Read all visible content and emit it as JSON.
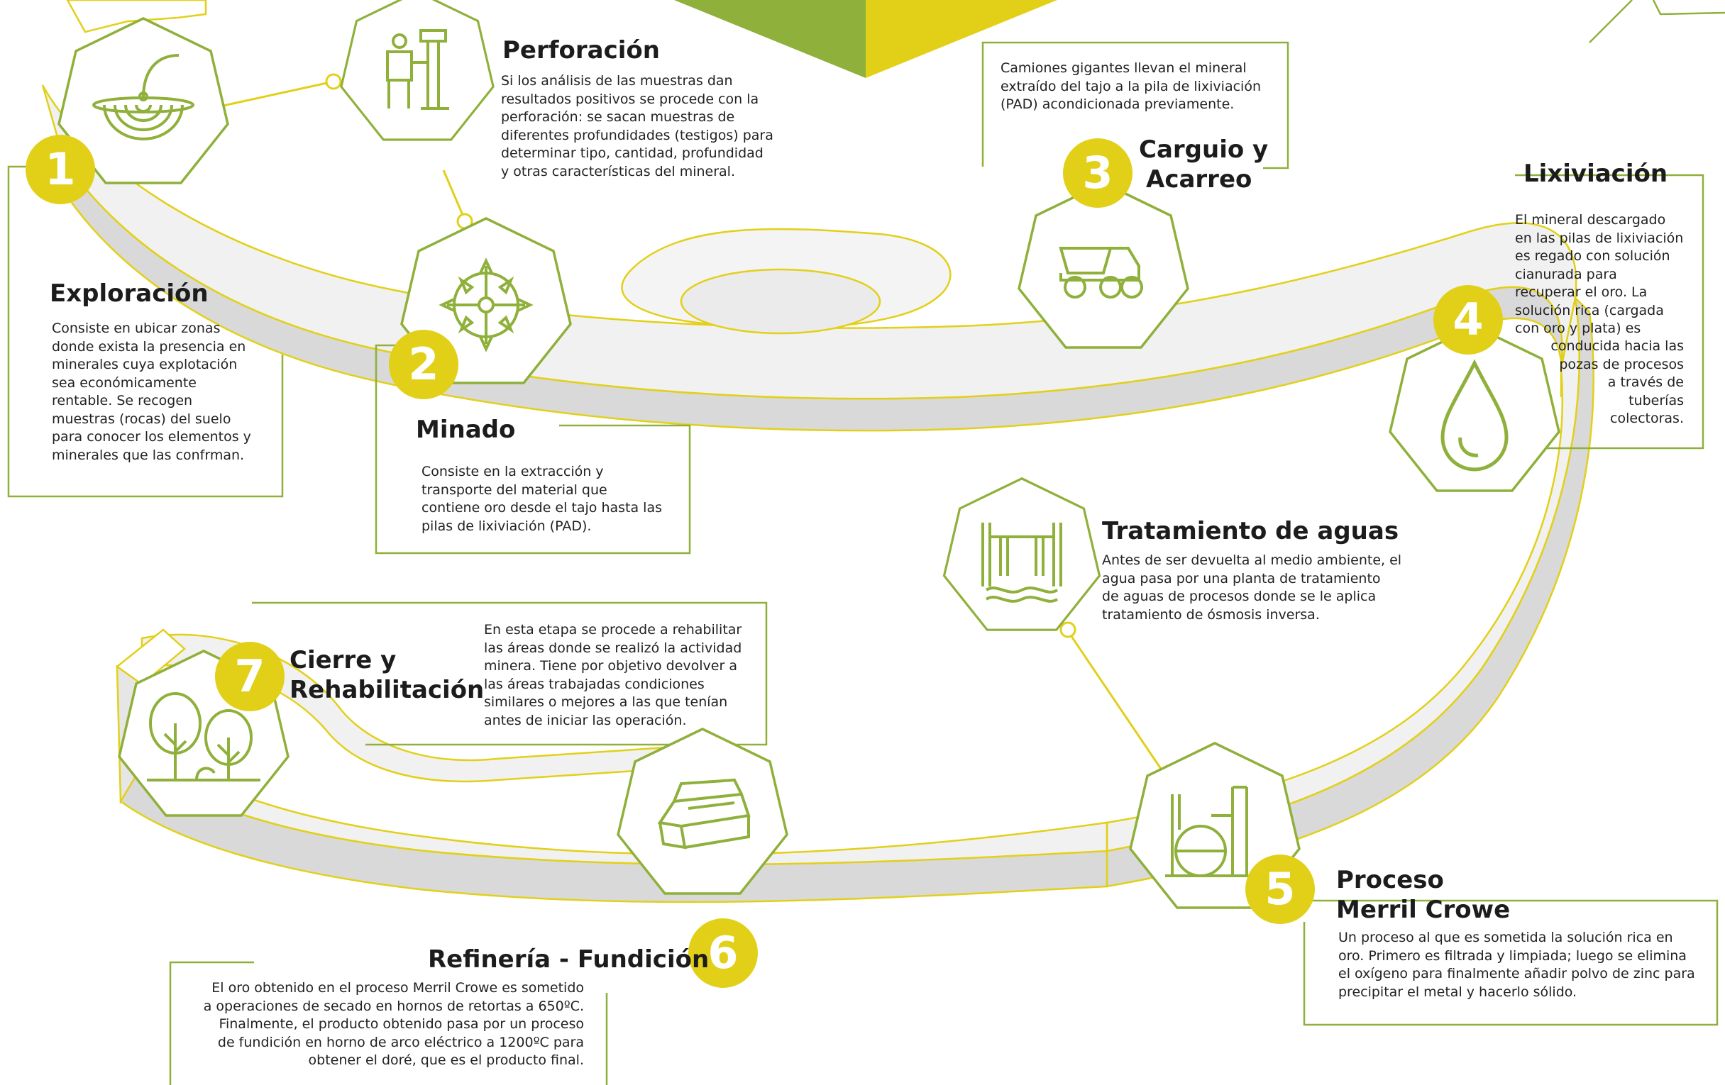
{
  "colors": {
    "green": "#8fb03a",
    "yellow": "#e2d018",
    "road_fill": "#f1f1f1",
    "road_side": "#d9d9d9",
    "box_line": "#8fb03a"
  },
  "stages": [
    {
      "number": "1",
      "title": [
        "Exploración"
      ],
      "icon": "mining-pan-icon",
      "text": [
        "Consiste en ubicar zonas",
        "donde exista la presencia en",
        "minerales cuya explotación",
        "sea económicamente",
        "rentable. Se recogen",
        "muestras (rocas) del suelo",
        "para conocer los elementos y",
        "minerales que las confrman."
      ]
    },
    {
      "number": "2",
      "title": [
        "Minado"
      ],
      "icon": "compass-arrows-icon",
      "text": [
        "Consiste en la extracción y",
        "transporte del material que",
        "contiene oro desde el tajo hasta las",
        "pilas de lixiviación (PAD)."
      ]
    },
    {
      "number": "3",
      "title": [
        "Carguio y",
        "Acarreo"
      ],
      "icon": "dump-truck-icon",
      "text": [
        "Camiones gigantes llevan el mineral",
        "extraído del tajo a la pila de lixiviación",
        "(PAD) acondicionada previamente."
      ]
    },
    {
      "number": "4",
      "title": [
        "Lixiviación"
      ],
      "icon": "drop-icon",
      "text": [
        "El mineral descargado",
        "en las pilas de lixiviación",
        "es regado con solución",
        "cianurada para",
        "recuperar el oro. La",
        "solución rica (cargada",
        "con oro y plata) es",
        "conducida hacia las",
        "pozas de procesos",
        "a través de",
        "tuberías",
        "colectoras."
      ]
    },
    {
      "number": "5",
      "title": [
        "Proceso",
        "Merril Crowe"
      ],
      "icon": "plant-icon",
      "text": [
        "Un proceso al que es sometida la solución rica en",
        "oro. Primero es filtrada y limpiada; luego se elimina",
        "el oxígeno para finalmente añadir polvo de zinc para",
        "precipitar el metal y hacerlo sólido."
      ]
    },
    {
      "number": "6",
      "title": [
        "Refinería - Fundición"
      ],
      "icon": "gold-bars-icon",
      "text": [
        "El oro obtenido en el proceso Merril Crowe es sometido",
        "a operaciones de secado en hornos de retortas a 650ºC.",
        "Finalmente, el producto obtenido pasa por un proceso",
        "de fundición en horno de arco eléctrico a 1200ºC para",
        "obtener el doré, que es el producto final."
      ]
    },
    {
      "number": "7",
      "title": [
        "Cierre y",
        "Rehabilitación"
      ],
      "icon": "trees-icon",
      "text": [
        "En esta etapa se procede a rehabilitar",
        "las áreas donde se realizó la actividad",
        "minera. Tiene por objetivo devolver a",
        "las áreas trabajadas condiciones",
        "similares o mejores a las que tenían",
        "antes de iniciar las operación."
      ]
    }
  ],
  "extras": [
    {
      "title": [
        "Perforación"
      ],
      "icon": "driller-worker-icon",
      "text": [
        "Si los análisis de las muestras dan",
        "resultados positivos se procede con la",
        "perforación: se sacan muestras de",
        "diferentes profundidades (testigos) para",
        "determinar tipo, cantidad, profundidad",
        "y otras características del mineral."
      ]
    },
    {
      "title": [
        "Tratamiento de aguas"
      ],
      "icon": "water-treatment-icon",
      "text": [
        "Antes de ser devuelta al medio ambiente, el",
        "agua pasa por una planta de tratamiento",
        "de aguas de procesos donde se le aplica",
        "tratamiento de ósmosis inversa."
      ]
    }
  ]
}
